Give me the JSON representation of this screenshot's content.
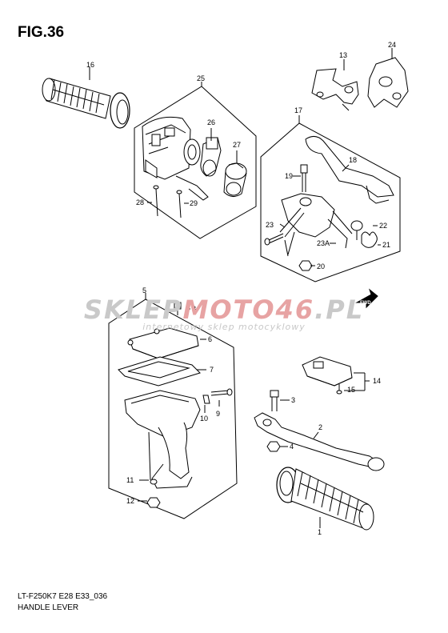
{
  "figure": {
    "title": "FIG.36",
    "model_code": "LT-F250K7 E28 E33_036",
    "caption": "HANDLE LEVER"
  },
  "watermark": {
    "brand_part1": "SKLEP",
    "brand_part2": "MOTO46",
    "brand_part3": ".PL",
    "tagline": "internetowy sklep motocyklowy",
    "colors": {
      "gray": "#c9c9c9",
      "red": "#e7a3a3"
    }
  },
  "fwd_label": "FWD",
  "callouts": {
    "c1": "1",
    "c2": "2",
    "c3": "3",
    "c4": "4",
    "c5": "5",
    "c6": "6",
    "c7": "7",
    "c8": "8",
    "c9": "9",
    "c10": "10",
    "c11": "11",
    "c12": "12",
    "c13": "13",
    "c14": "14",
    "c15": "15",
    "c16": "16",
    "c17": "17",
    "c18": "18",
    "c19": "19",
    "c20": "20",
    "c21": "21",
    "c22": "22",
    "c23": "23",
    "c23a": "23A",
    "c24": "24",
    "c25": "25",
    "c26": "26",
    "c27": "27",
    "c28": "28",
    "c29": "29"
  }
}
